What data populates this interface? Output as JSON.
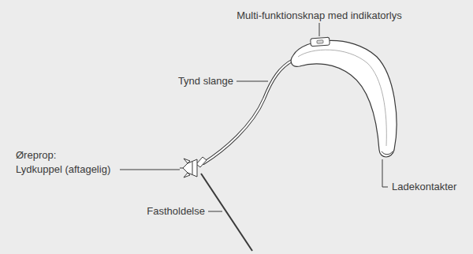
{
  "diagram": {
    "labels": [
      "Multi-funktionsknap med indikatorlys",
      "Tynd slange",
      "Øreprop:",
      "Lydkuppel (aftagelig)",
      "Ladekontakter",
      "Fastholdelse"
    ]
  }
}
